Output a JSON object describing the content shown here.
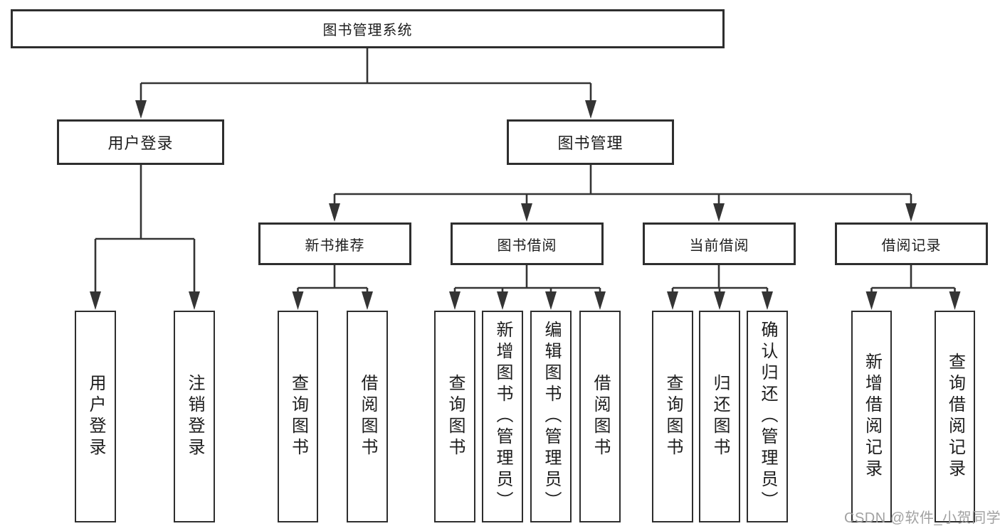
{
  "tree": {
    "root": {
      "label": "图书管理系统",
      "children": [
        {
          "label": "用户登录",
          "children": [
            {
              "label": "用户登录"
            },
            {
              "label": "注销登录"
            }
          ]
        },
        {
          "label": "图书管理",
          "children": [
            {
              "label": "新书推荐",
              "children": [
                {
                  "label": "查询图书"
                },
                {
                  "label": "借阅图书"
                }
              ]
            },
            {
              "label": "图书借阅",
              "children": [
                {
                  "label": "查询图书"
                },
                {
                  "label": "新增图书（管理员）"
                },
                {
                  "label": "编辑图书（管理员）"
                },
                {
                  "label": "借阅图书"
                }
              ]
            },
            {
              "label": "当前借阅",
              "children": [
                {
                  "label": "查询图书"
                },
                {
                  "label": "归还图书"
                },
                {
                  "label": "确认归还（管理员）"
                }
              ]
            },
            {
              "label": "借阅记录",
              "children": [
                {
                  "label": "新增借阅记录"
                },
                {
                  "label": "查询借阅记录"
                }
              ]
            }
          ]
        }
      ]
    }
  },
  "watermark": {
    "text": "CSDN @软件_小贺同学"
  },
  "colors": {
    "line": "#343434",
    "border": "#2e2e2e",
    "text": "#1d1d1d",
    "bg": "#ffffff",
    "watermark": "#9c9c9c"
  }
}
